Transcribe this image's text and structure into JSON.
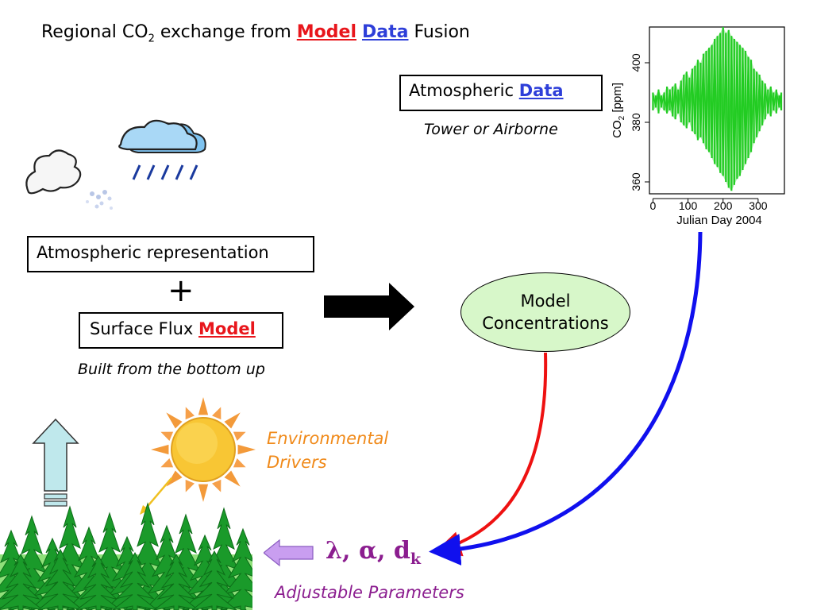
{
  "title": {
    "prefix": "Regional CO",
    "sub": "2",
    "middle": " exchange from ",
    "model": "Model",
    "data": "Data",
    "suffix": "Fusion"
  },
  "atmospheric_data": {
    "label": "Atmospheric",
    "highlight": "Data",
    "caption": "Tower or Airborne"
  },
  "atmospheric_representation": {
    "label": "Atmospheric representation"
  },
  "plus": "+",
  "surface_flux": {
    "label": "Surface Flux",
    "highlight": "Model",
    "caption": "Built from the bottom up"
  },
  "model_concentrations": {
    "line1": "Model",
    "line2": "Concentrations"
  },
  "environmental_drivers": {
    "line1": "Environmental",
    "line2": "Drivers"
  },
  "parameters": {
    "lambda": "λ",
    "alpha": "α",
    "d": "d",
    "k": "k",
    "caption": "Adjustable Parameters"
  },
  "icons": [
    "cloud-wind-icon",
    "rain-cloud-icon",
    "sun-icon",
    "upward-arrow-icon",
    "forest-icon"
  ],
  "colors": {
    "model": "#e8161c",
    "data": "#2e3fd9",
    "params": "#8b1d8f",
    "drivers": "#f08a1a",
    "model_arrow": "#ee1111",
    "data_arrow": "#1010ee"
  },
  "chart_data": {
    "type": "line",
    "xlabel": "Julian Day 2004",
    "ylabel_main": "CO",
    "ylabel_sub": "2",
    "ylabel_unit": " [ppm]",
    "xticks": [
      0,
      100,
      200,
      300
    ],
    "yticks": [
      360,
      380,
      400
    ],
    "xlim": [
      -10,
      375
    ],
    "ylim": [
      356,
      412
    ],
    "grid": false,
    "series": [
      {
        "color": "#22cc22",
        "x": [
          0,
          8,
          16,
          24,
          32,
          40,
          48,
          56,
          64,
          72,
          80,
          88,
          96,
          104,
          112,
          120,
          128,
          136,
          144,
          152,
          160,
          168,
          176,
          184,
          192,
          200,
          208,
          216,
          224,
          232,
          240,
          248,
          256,
          264,
          272,
          280,
          288,
          296,
          304,
          312,
          320,
          328,
          336,
          344,
          352,
          360,
          366
        ],
        "y_high": [
          390,
          389,
          391,
          389,
          390,
          392,
          391,
          392,
          393,
          391,
          394,
          396,
          397,
          395,
          398,
          399,
          401,
          400,
          403,
          404,
          405,
          406,
          408,
          409,
          410,
          412,
          410,
          411,
          409,
          408,
          407,
          406,
          405,
          404,
          402,
          401,
          398,
          397,
          396,
          394,
          393,
          391,
          392,
          390,
          391,
          389,
          390
        ],
        "y_low": [
          384,
          385,
          383,
          385,
          384,
          383,
          384,
          382,
          381,
          383,
          380,
          379,
          378,
          380,
          377,
          376,
          374,
          375,
          373,
          371,
          370,
          368,
          366,
          365,
          363,
          362,
          360,
          358,
          357,
          359,
          361,
          362,
          364,
          366,
          368,
          370,
          373,
          375,
          377,
          379,
          381,
          383,
          382,
          384,
          383,
          385,
          384
        ]
      }
    ]
  }
}
